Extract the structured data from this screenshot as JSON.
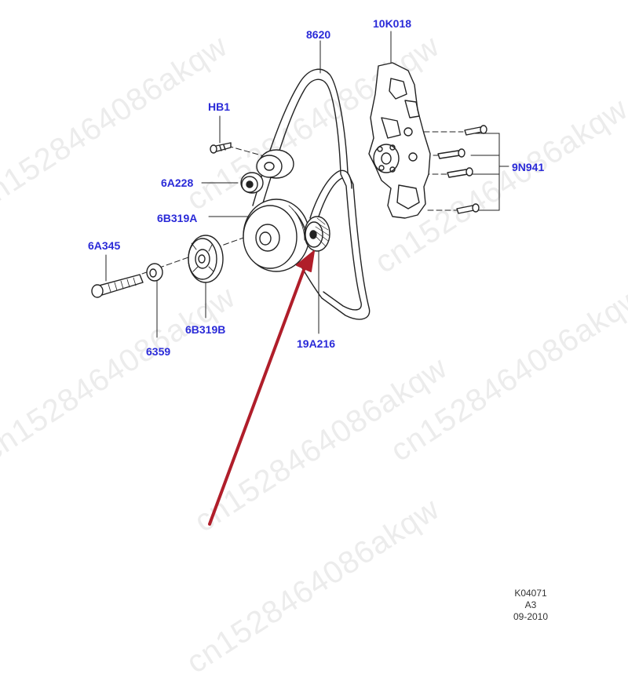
{
  "diagram": {
    "part_labels": {
      "belt": "8620",
      "bracket": "10K018",
      "bolt_hb1": "HB1",
      "idler": "6A228",
      "bracket_bolts": "9N941",
      "damper": "6B319A",
      "bolt_6a345": "6A345",
      "washer": "6359",
      "hub": "6B319B",
      "tensioner": "19A216"
    },
    "reference": {
      "code": "K04071",
      "sheet": "A3",
      "date": "09-2010"
    },
    "watermark": "cn1528464086akqw",
    "colors": {
      "label": "#2a2ad8",
      "arrow": "#b01e2a",
      "line": "#222222"
    }
  }
}
